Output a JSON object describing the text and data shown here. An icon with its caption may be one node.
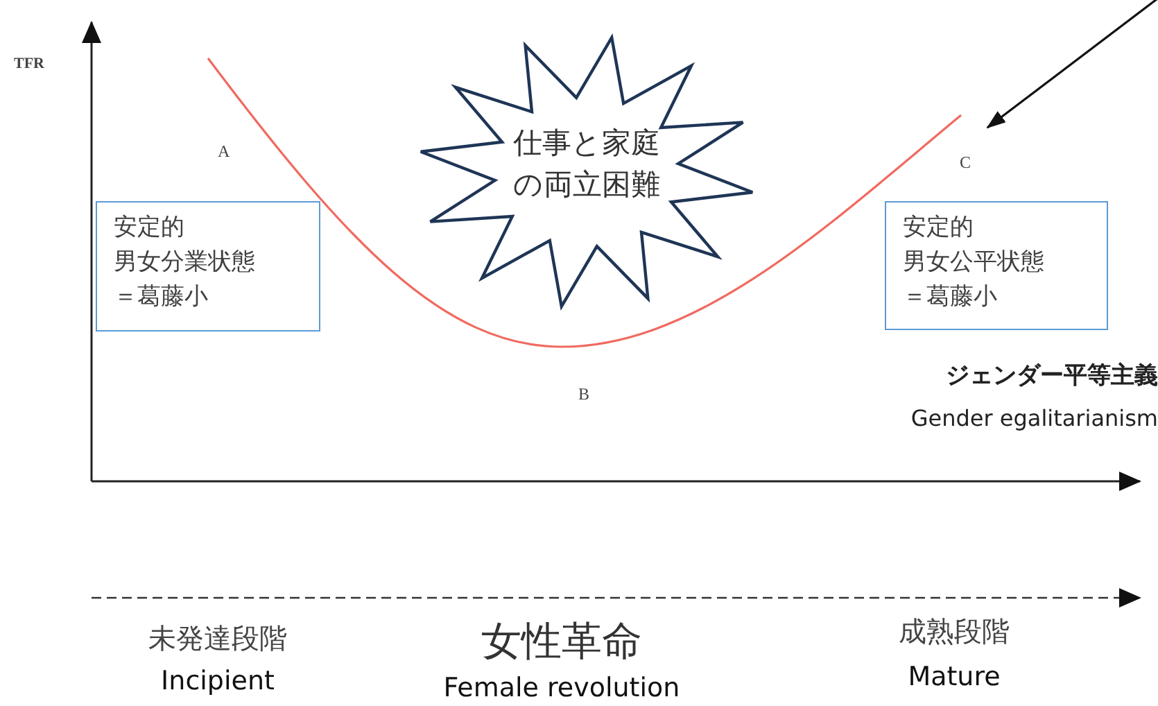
{
  "diagram": {
    "nodes": [
      {
        "text": [
          "安定的",
          "男女分業状態",
          "＝葛藤小"
        ]
      },
      {
        "text": [
          "仕事と家庭の両立困難"
        ]
      },
      {
        "text": [
          "安定的",
          "男女公平状態",
          "＝葛藤小"
        ]
      },
      {
        "text": [],
        "shape": "curve"
      }
    ],
    "edges": [
      {
        "from": null,
        "to": 3,
        "arrow": "to"
      }
    ],
    "labels": [
      "TFR",
      "A",
      "B",
      "C",
      "ジェンダー平等主義",
      "Gender egalitarianism",
      "未発達段階",
      "Incipient",
      "女性革命",
      "Female revolution",
      "成熟段階",
      "Mature"
    ]
  }
}
